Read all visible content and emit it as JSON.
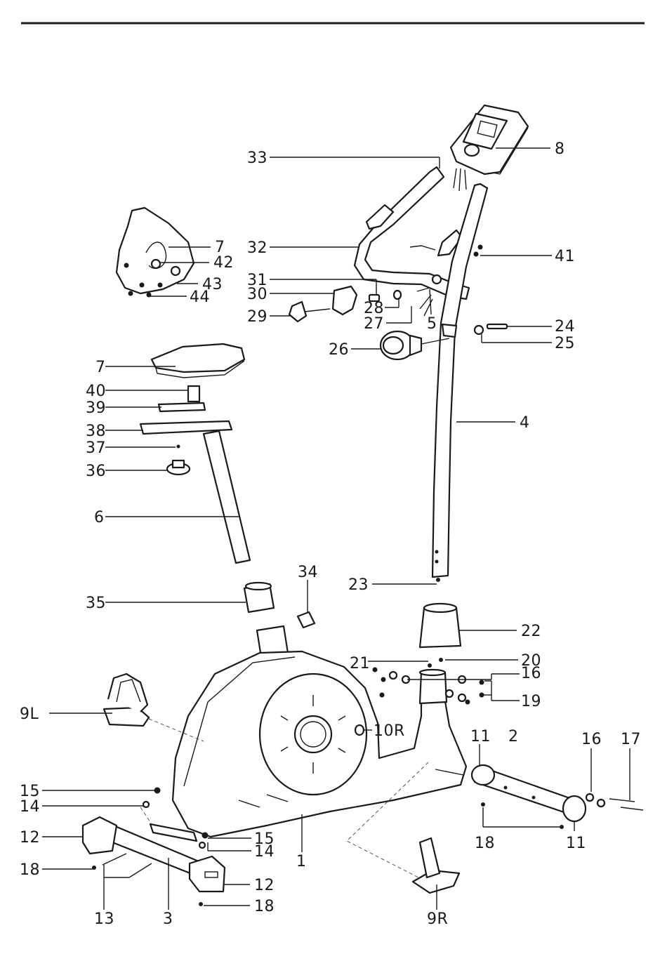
{
  "colors": {
    "line": "#1a1a1a",
    "background": "#ffffff"
  },
  "labels": {
    "p33": "33",
    "p8": "8",
    "p7a": "7",
    "p42": "42",
    "p43": "43",
    "p44": "44",
    "p32": "32",
    "p41": "41",
    "p31": "31",
    "p30": "30",
    "p28": "28",
    "p29": "29",
    "p27": "27",
    "p5": "5",
    "p24": "24",
    "p25": "25",
    "p26": "26",
    "p7b": "7",
    "p40": "40",
    "p39": "39",
    "p38": "38",
    "p4": "4",
    "p37": "37",
    "p36": "36",
    "p6": "6",
    "p34": "34",
    "p23": "23",
    "p35": "35",
    "p22": "22",
    "p21": "21",
    "p20": "20",
    "p16a": "16",
    "p9L": "9L",
    "p19": "19",
    "p10R": "10R",
    "p11a": "11",
    "p2": "2",
    "p16b": "16",
    "p17": "17",
    "p15a": "15",
    "p14a": "14",
    "p12a": "12",
    "p15b": "15",
    "p14b": "14",
    "p18a": "18",
    "p11b": "11",
    "p1": "1",
    "p18b": "18",
    "p12b": "12",
    "p18c": "18",
    "p13": "13",
    "p3": "3",
    "p9R": "9R"
  }
}
